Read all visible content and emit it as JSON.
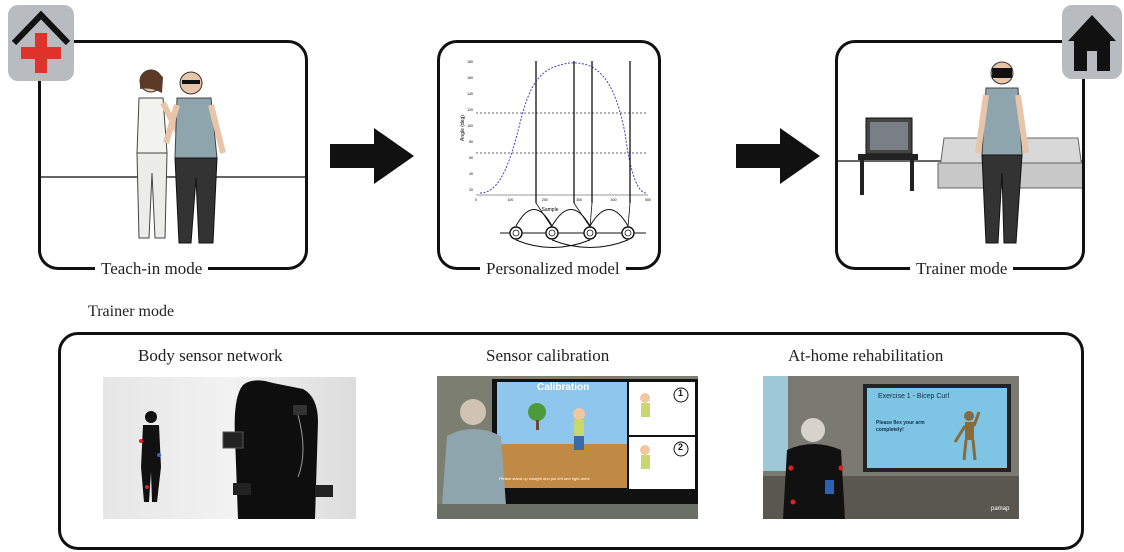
{
  "top_row": {
    "teach_in": {
      "label": "Teach-in mode",
      "icon": "hospital-icon"
    },
    "personalized": {
      "label": "Personalized model",
      "chart_axis_y": "Angle (deg)",
      "chart_axis_x": "Sample",
      "x_ticks": [
        "0",
        "100",
        "200",
        "300",
        "400",
        "500"
      ],
      "y_ticks": [
        "180",
        "160",
        "140",
        "120",
        "100",
        "80",
        "60",
        "40",
        "20"
      ]
    },
    "trainer": {
      "label": "Trainer mode",
      "icon": "home-icon"
    }
  },
  "bottom": {
    "section_title": "Trainer mode",
    "items": [
      {
        "title": "Body sensor network"
      },
      {
        "title": "Sensor calibration",
        "screen_title": "Calibration",
        "screen_instruction": "Please stand up straight and put left and right arms",
        "step1": "1",
        "step2": "2"
      },
      {
        "title": "At-home rehabilitation",
        "screen_title": "Exercise 1 - Bicep Curl",
        "screen_instruction": "Please flex your arm completely!",
        "brand": "pamap"
      }
    ]
  },
  "colors": {
    "border": "#111111",
    "hospital_cross": "#e0312a",
    "badge_bg": "#b8bcc0",
    "shirt": "#8fa5ad"
  }
}
